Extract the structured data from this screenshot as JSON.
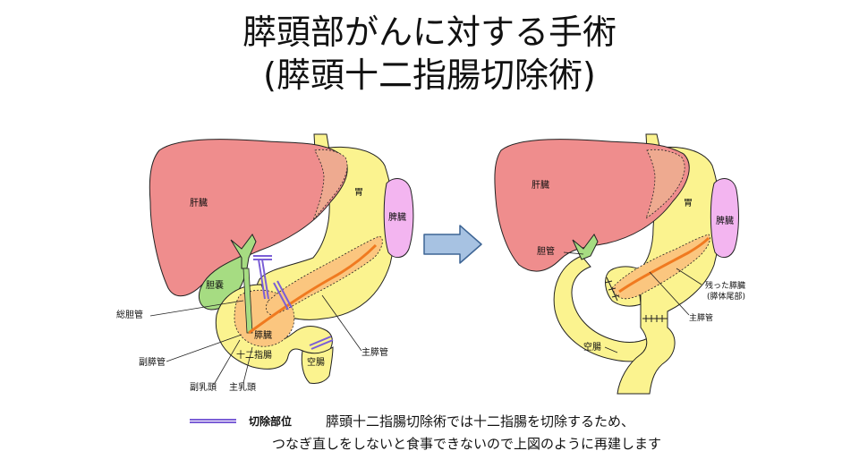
{
  "title": {
    "line1": "膵頭部がんに対する手術",
    "line2": "(膵頭十二指腸切除術)"
  },
  "left_diagram": {
    "labels": {
      "liver": "肝臓",
      "stomach": "胃",
      "spleen": "脾臓",
      "gallbladder": "胆嚢",
      "common_bile_duct": "総胆管",
      "pancreas": "膵臓",
      "duodenum": "十二指腸",
      "accessory_pancreatic_duct": "副膵管",
      "main_pancreatic_duct": "主膵管",
      "jejunum": "空腸",
      "minor_papilla": "副乳頭",
      "major_papilla": "主乳頭"
    }
  },
  "right_diagram": {
    "labels": {
      "liver": "肝臓",
      "stomach": "胃",
      "spleen": "脾臓",
      "bile_duct": "胆管",
      "remaining_pancreas": "残った膵臓",
      "remaining_pancreas_note": "(膵体尾部)",
      "main_pancreatic_duct": "主膵管",
      "jejunum": "空腸"
    }
  },
  "legend": {
    "key_label": "切除部位",
    "text_line1": "膵頭十二指腸切除術では十二指腸を切除するため、",
    "text_line2": "つなぎ直しをしないと食事できないので上図のように再建します"
  },
  "colors": {
    "liver": "#ef8d8d",
    "liver_overlap": "#eeaa90",
    "stomach": "#fbf38f",
    "spleen": "#f3b5f0",
    "gallbladder": "#a6dc82",
    "pancreas": "#fbc67f",
    "duct": "#f07a20",
    "cut_line": "#7b5fd6",
    "arrow_fill": "#a7c2e2",
    "arrow_stroke": "#3d6494"
  }
}
